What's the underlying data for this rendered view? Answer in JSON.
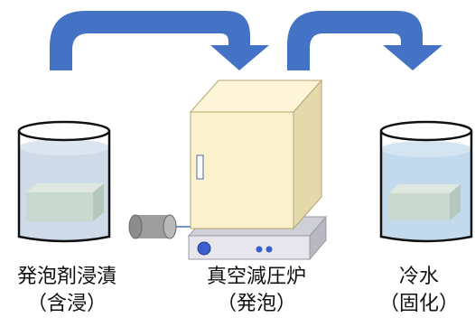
{
  "steps": [
    {
      "name": "発泡剤浸漬",
      "sub": "（含浸）"
    },
    {
      "name": "真空減圧炉",
      "sub": "（発泡）"
    },
    {
      "name": "冷水",
      "sub": "（固化）"
    }
  ],
  "colors": {
    "arrow": "#4472c4",
    "water_cold": "#bcd6ea",
    "water_soak": "#c6d4e3",
    "sample": "#c9d9cf",
    "oven_front": "#fbf1cc",
    "oven_side": "#e4d9ac",
    "oven_top": "#fff6da",
    "base": "#e6e6ec",
    "knob": "#3a5fcd",
    "pump": "#9e9e9e"
  },
  "icons": [
    "curved-arrow-icon",
    "beaker-icon",
    "vacuum-oven-icon",
    "pump-cylinder-icon"
  ]
}
